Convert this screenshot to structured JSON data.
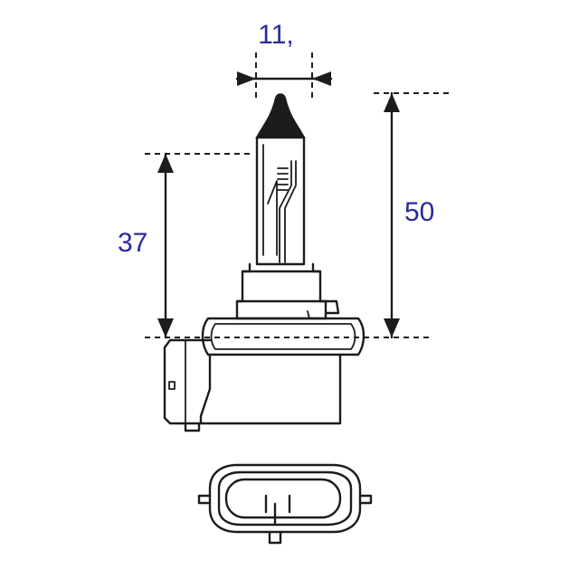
{
  "dimensions": {
    "width_label": "11,",
    "height_overall_label": "50",
    "height_focal_label": "37"
  },
  "colors": {
    "dimension_text": "#2a2a9c",
    "line": "#1c1c1c",
    "bulb_tip": "#1c1c1c",
    "background": "#ffffff"
  }
}
